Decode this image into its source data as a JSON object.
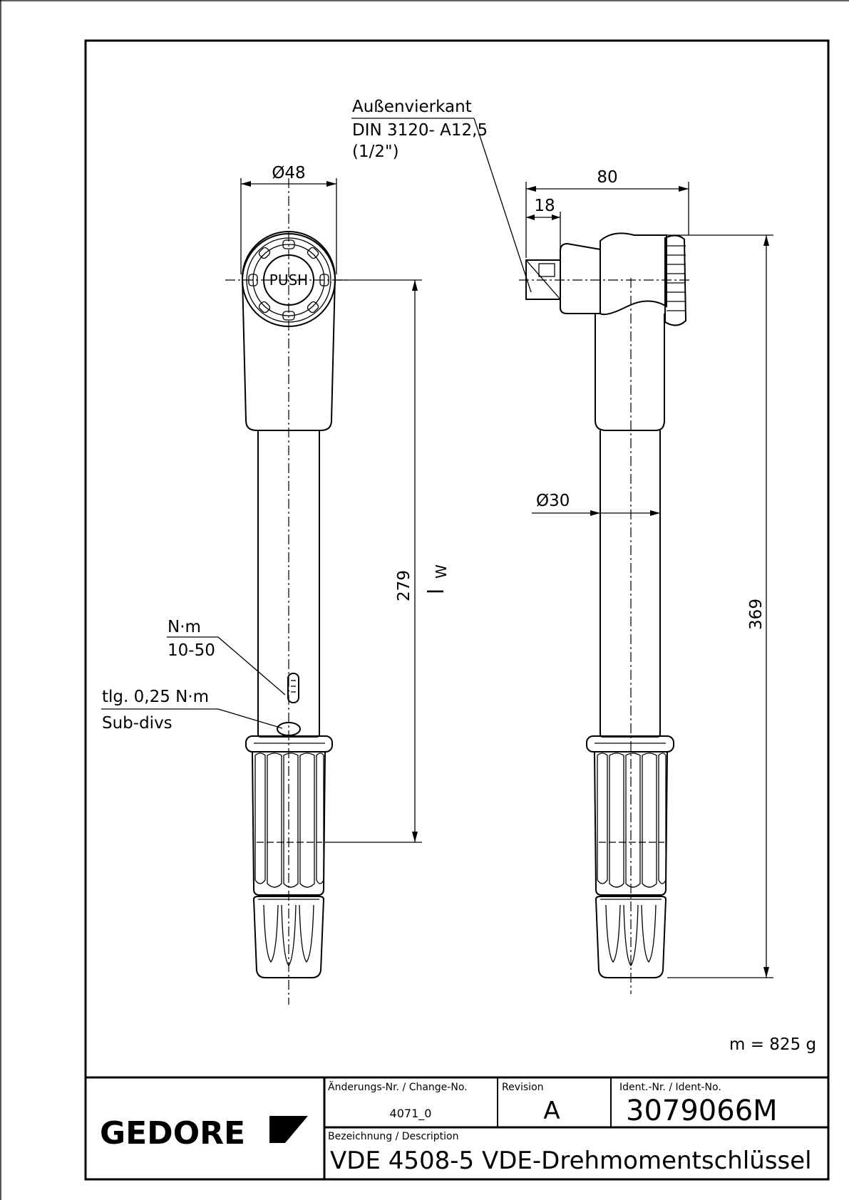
{
  "drawing": {
    "labels": {
      "square_drive_title": "Außenvierkant",
      "square_drive_std": "DIN 3120- A12,5",
      "square_drive_size": "(1/2\")",
      "push": "PUSH",
      "scale_unit": "N·m",
      "scale_range": "10-50",
      "subdiv_value": "tlg. 0,25  N·m",
      "subdiv_label": "Sub-divs",
      "mass": "m = 825 g"
    },
    "dimensions": {
      "head_diameter": "Ø48",
      "shaft_diameter": "Ø30",
      "head_length": "80",
      "drive_length": "18",
      "effective_length": "279",
      "effective_length_symbol": "l",
      "effective_length_subscript": "W",
      "total_length": "369"
    }
  },
  "title_block": {
    "logo": "GEDORE",
    "change_header": "Änderungs-Nr. / Change-No.",
    "change_value": "4071_0",
    "revision_header": "Revision",
    "revision_value": "A",
    "ident_header": "Ident.-Nr. / Ident-No.",
    "ident_value": "3079066M",
    "description_header": "Bezeichnung / Description",
    "description_value": "VDE 4508-5 VDE-Drehmomentschlüssel"
  }
}
